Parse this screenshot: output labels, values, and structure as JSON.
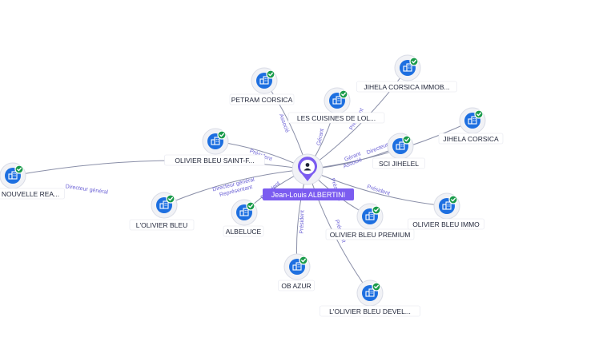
{
  "center": {
    "label": "Jean-Louis ALBERTINI",
    "icon": "person-icon",
    "color": "#7b5cf0"
  },
  "companies": [
    {
      "id": "petram-corsica",
      "label": "PETRAM CORSICA",
      "icon": "building-icon"
    },
    {
      "id": "les-cuisines",
      "label": "LES CUISINES DE LOL...",
      "icon": "building-icon"
    },
    {
      "id": "jihela-corsica-immob",
      "label": "JIHELA CORSICA IMMOB...",
      "icon": "building-icon"
    },
    {
      "id": "jihela-corsica",
      "label": "JIHELA CORSICA",
      "icon": "building-icon"
    },
    {
      "id": "sci-jihelel",
      "label": "SCI JIHELEL",
      "icon": "building-icon"
    },
    {
      "id": "olivier-bleu-saint-f",
      "label": "OLIVIER BLEU SAINT-F...",
      "icon": "building-icon"
    },
    {
      "id": "nouvelle-rea",
      "label": "NOUVELLE REA...",
      "icon": "building-icon"
    },
    {
      "id": "lolivier-bleu",
      "label": "L'OLIVIER BLEU",
      "icon": "building-icon"
    },
    {
      "id": "albeluce",
      "label": "ALBELUCE",
      "icon": "building-icon"
    },
    {
      "id": "olivier-bleu-premium",
      "label": "OLIVIER BLEU PREMIUM",
      "icon": "building-icon"
    },
    {
      "id": "olivier-bleu-immo",
      "label": "OLIVIER BLEU IMMO",
      "icon": "building-icon"
    },
    {
      "id": "ob-azur",
      "label": "OB AZUR",
      "icon": "building-icon"
    },
    {
      "id": "lolivier-bleu-devel",
      "label": "L'OLIVIER BLEU DEVEL...",
      "icon": "building-icon"
    }
  ],
  "edges": [
    {
      "to": "petram-corsica",
      "label": "Associé"
    },
    {
      "to": "les-cuisines",
      "label": "Gérant"
    },
    {
      "to": "jihela-corsica-immob",
      "label": "Président"
    },
    {
      "to": "jihela-corsica",
      "label": "Directeur"
    },
    {
      "to": "sci-jihelel",
      "label": "Gérant"
    },
    {
      "to": "sci-jihelel",
      "label": "Associé"
    },
    {
      "to": "olivier-bleu-saint-f",
      "label": "Président"
    },
    {
      "to": "nouvelle-rea",
      "label": "Directeur général"
    },
    {
      "to": "lolivier-bleu",
      "label": "Directeur général"
    },
    {
      "to": "lolivier-bleu",
      "label": "Représentant"
    },
    {
      "to": "albeluce",
      "label": "Président"
    },
    {
      "to": "olivier-bleu-premium",
      "label": "Président"
    },
    {
      "to": "olivier-bleu-immo",
      "label": "Président"
    },
    {
      "to": "ob-azur",
      "label": "Président"
    },
    {
      "to": "lolivier-bleu-devel",
      "label": "Président"
    }
  ],
  "status_icon": "check-badge-icon",
  "colors": {
    "company_node": "#1d6fe0",
    "status_active": "#1a9b4b",
    "edge": "#8a8fa8",
    "edge_label": "#6d63d6"
  }
}
